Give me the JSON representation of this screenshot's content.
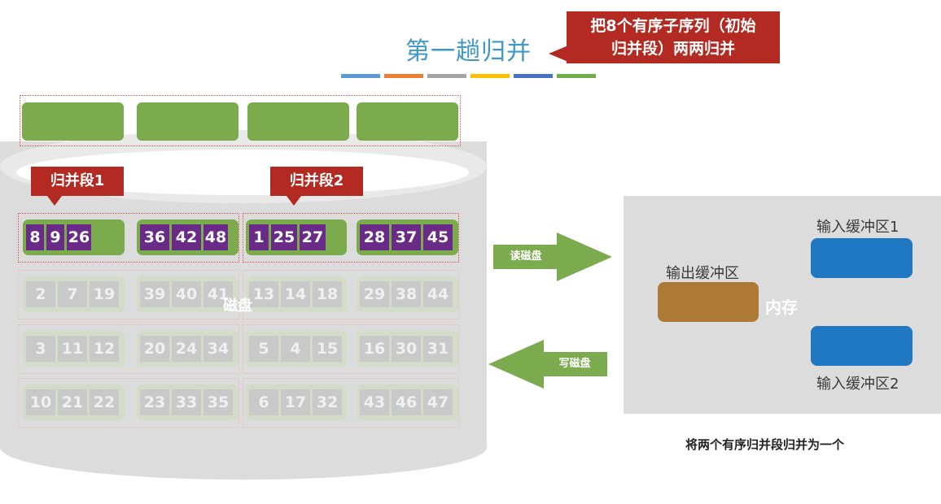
{
  "title": "第一趟归并",
  "callout": {
    "line1": "把8个有序子序列（初始",
    "line2": "归并段）两两归并"
  },
  "color_bars": [
    "#5b9bd5",
    "#ed7d31",
    "#a5a5a5",
    "#ffc000",
    "#4472c4",
    "#70ad47"
  ],
  "merge_tags": [
    "归并段1",
    "归并段2"
  ],
  "disk_label": "磁盘",
  "rows": [
    {
      "faded": false,
      "segments": [
        [
          "8",
          "9",
          "26"
        ],
        [
          "36",
          "42",
          "48"
        ],
        [
          "1",
          "25",
          "27"
        ],
        [
          "28",
          "37",
          "45"
        ]
      ]
    },
    {
      "faded": true,
      "segments": [
        [
          "2",
          "7",
          "19"
        ],
        [
          "39",
          "40",
          "41"
        ],
        [
          "13",
          "14",
          "18"
        ],
        [
          "29",
          "38",
          "44"
        ]
      ]
    },
    {
      "faded": true,
      "segments": [
        [
          "3",
          "11",
          "12"
        ],
        [
          "20",
          "24",
          "34"
        ],
        [
          "5",
          "4",
          "15"
        ],
        [
          "16",
          "30",
          "31"
        ]
      ]
    },
    {
      "faded": true,
      "segments": [
        [
          "10",
          "21",
          "22"
        ],
        [
          "23",
          "33",
          "35"
        ],
        [
          "6",
          "17",
          "32"
        ],
        [
          "43",
          "46",
          "47"
        ]
      ]
    }
  ],
  "read_arrow_label": "读磁盘",
  "write_arrow_label": "写磁盘",
  "memory": {
    "input_buffer_1": "输入缓冲区1",
    "input_buffer_2": "输入缓冲区2",
    "output_buffer": "输出缓冲区",
    "label": "内存"
  },
  "caption": "将两个有序归并段归并为一个"
}
